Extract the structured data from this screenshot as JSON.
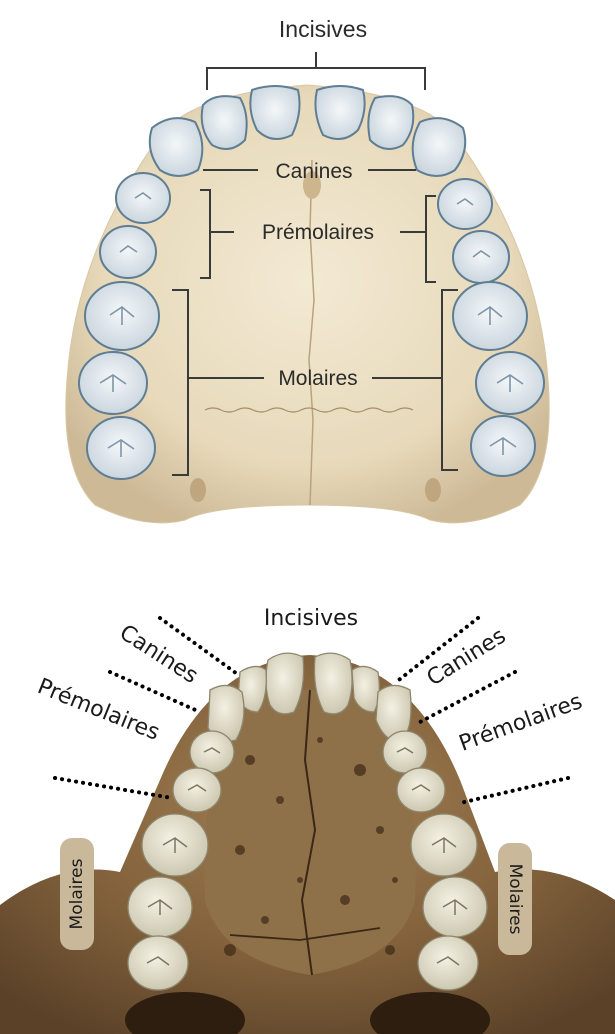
{
  "top_diagram": {
    "labels": {
      "incisors": "Incisives",
      "canines": "Canines",
      "premolars": "Prémolaires",
      "molars": "Molaires"
    }
  },
  "bottom_photo": {
    "labels": {
      "incisors": "Incisives",
      "canines_left": "Canines",
      "canines_right": "Canines",
      "premolars_left": "Prémolaires",
      "premolars_right": "Prémolaires",
      "molars_left": "Molaires",
      "molars_right": "Molaires"
    }
  },
  "colors": {
    "palate_top": "#efe4cc",
    "tooth_blue": "#dfe8ee",
    "tooth_outline": "#6e8a9e",
    "bone_brown": "#8a6a44",
    "tooth_ivory": "#e8e4d2",
    "molar_badge": "#c9b99a"
  }
}
